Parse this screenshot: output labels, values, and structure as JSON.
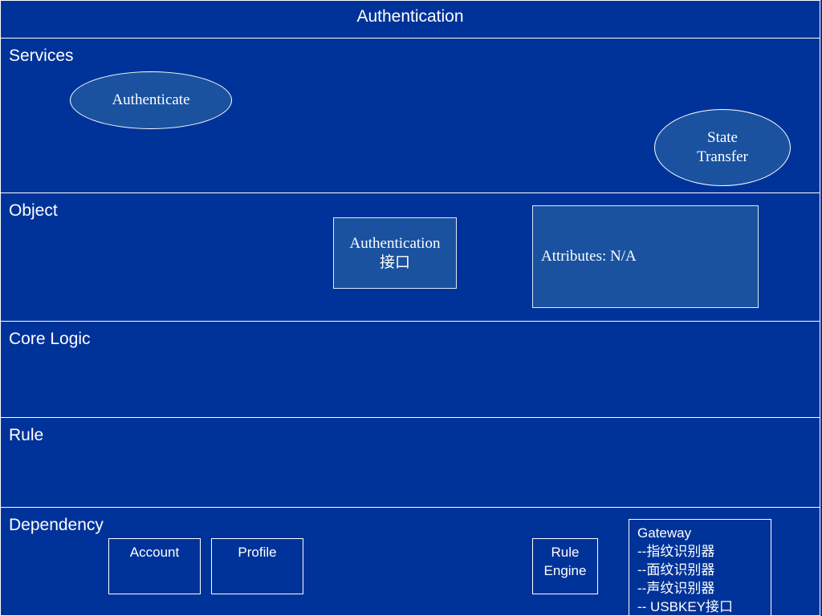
{
  "title": "Authentication",
  "layers": {
    "services": "Services",
    "object": "Object",
    "core_logic": "Core Logic",
    "rule": "Rule",
    "dependency": "Dependency"
  },
  "services": {
    "authenticate": "Authenticate",
    "state_transfer_line1": "State",
    "state_transfer_line2": "Transfer"
  },
  "object": {
    "interface_line1": "Authentication",
    "interface_line2": "接口",
    "attributes": "Attributes: N/A"
  },
  "dependency": {
    "account": "Account",
    "profile": "Profile",
    "rule_engine_line1": "Rule",
    "rule_engine_line2": "Engine",
    "gateway": {
      "title": "Gateway",
      "items": [
        "--指纹识别器",
        "--面纹识别器",
        "--声纹识别器",
        "-- USBKEY接口"
      ]
    }
  }
}
